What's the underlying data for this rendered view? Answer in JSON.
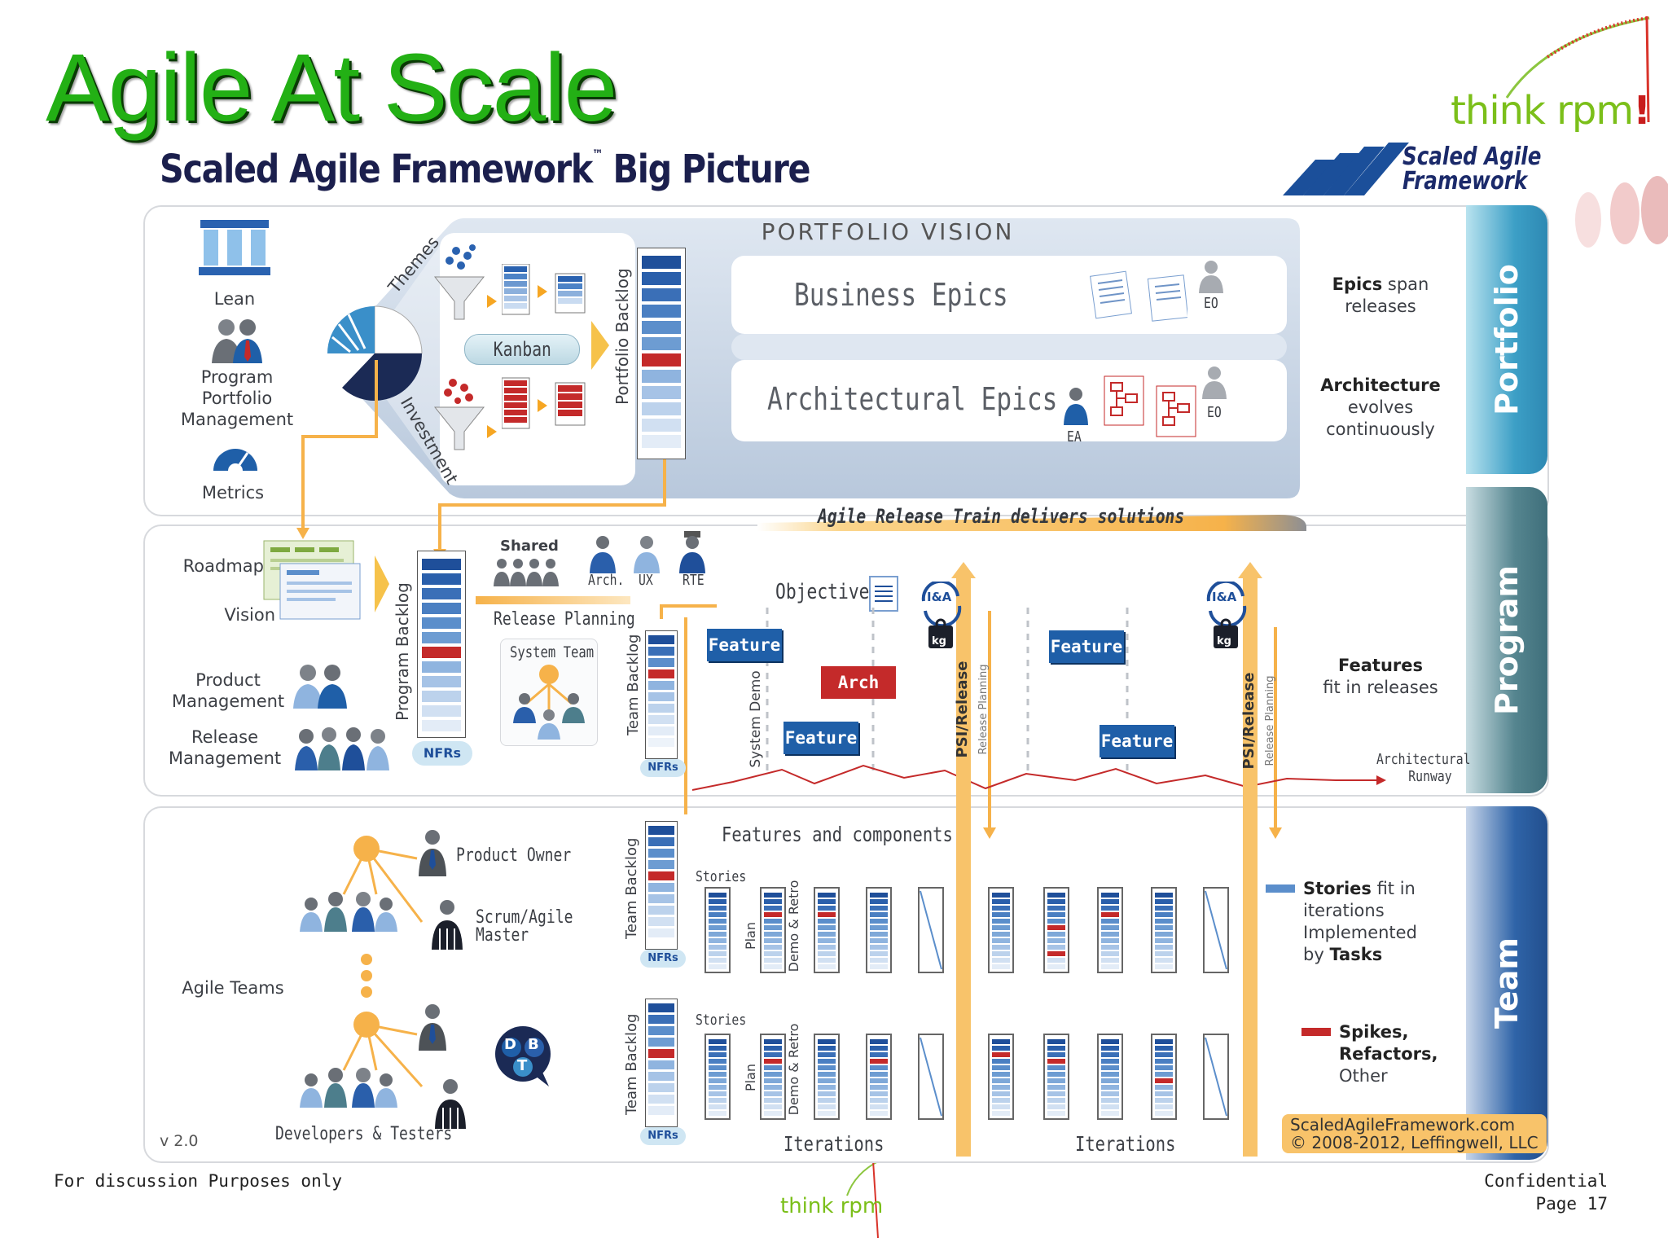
{
  "header": {
    "title": "Agile At Scale",
    "subtitle": "Scaled Agile Framework",
    "subtitle_mark": "™",
    "subtitle_tail": " Big Picture",
    "brand_text": "think rpm",
    "brand_mark": "!",
    "saf_logo_line1": "Scaled Agile",
    "saf_logo_line2": "Framework"
  },
  "bands": {
    "portfolio": "Portfolio",
    "program": "Program",
    "team": "Team"
  },
  "colors": {
    "green": "#23b015",
    "blue": "#1f5fa8",
    "red": "#c42a2a",
    "orange": "#f6b24a",
    "portfolio_band": "#4aa3c4",
    "program_band": "#4d7e8c",
    "team_band": "#2c5d9e"
  },
  "portfolio": {
    "left_labels": {
      "lean": "Lean",
      "ppm": [
        "Program",
        "Portfolio",
        "Management"
      ],
      "metrics": "Metrics"
    },
    "vision": "PORTFOLIO VISION",
    "themes": "Themes",
    "investment": "Investment",
    "kanban": "Kanban",
    "backlog": "Portfolio Backlog",
    "business_epics": "Business Epics",
    "architectural_epics": "Architectural Epics",
    "eo": "EO",
    "ea": "EA",
    "notes": {
      "epics_bold": "Epics",
      "epics_rest": " span",
      "epics_line2": "releases",
      "arch_bold": "Architecture",
      "arch_line2": "evolves",
      "arch_line3": "continuously"
    }
  },
  "program": {
    "roadmap": "Roadmap",
    "vision": "Vision",
    "product_mgmt": [
      "Product",
      "Management"
    ],
    "release_mgmt": [
      "Release",
      "Management"
    ],
    "program_backlog": "Program Backlog",
    "nfrs": "NFRs",
    "shared": "Shared",
    "roles": [
      "Arch.",
      "UX",
      "RTE"
    ],
    "release_planning": "Release Planning",
    "system_team": "System Team",
    "team_backlog": "Team Backlog",
    "art": "Agile Release Train delivers solutions",
    "objectives": "Objectives",
    "ia": "I&A",
    "kg": "kg",
    "feature": "Feature",
    "arch": "Arch",
    "system_demo": "System Demo",
    "psi_release": "PSI/Release",
    "psi_planning": "Release Planning",
    "notes": {
      "features_bold": "Features",
      "features_rest": "fit in releases",
      "runway": [
        "Architectural",
        "Runway"
      ]
    }
  },
  "team": {
    "product_owner": "Product Owner",
    "scrum_master": [
      "Scrum/Agile",
      "Master"
    ],
    "agile_teams": "Agile Teams",
    "devs": "Developers & Testers",
    "dbt": [
      "D",
      "B",
      "T"
    ],
    "features_components": "Features and components",
    "stories": "Stories",
    "team_backlog": "Team Backlog",
    "nfrs": "NFRs",
    "plan": "Plan",
    "demo_retro": "Demo & Retro",
    "iterations": "Iterations",
    "version": "v 2.0",
    "notes": {
      "stories_bold": "Stories",
      "stories_rest": " fit in",
      "stories_l2": "iterations",
      "stories_l3": "Implemented",
      "stories_l4_pre": "by ",
      "stories_l4_bold": "Tasks",
      "spikes_bold": "Spikes,",
      "refactors_bold": "Refactors,",
      "other": "Other"
    },
    "credit": [
      "ScaledAgileFramework.com",
      "© 2008-2012, Leffingwell, LLC"
    ]
  },
  "footer": {
    "left": "For discussion Purposes only",
    "right1": "Confidential",
    "right2": "Page 17",
    "center_brand": "think rpm"
  }
}
